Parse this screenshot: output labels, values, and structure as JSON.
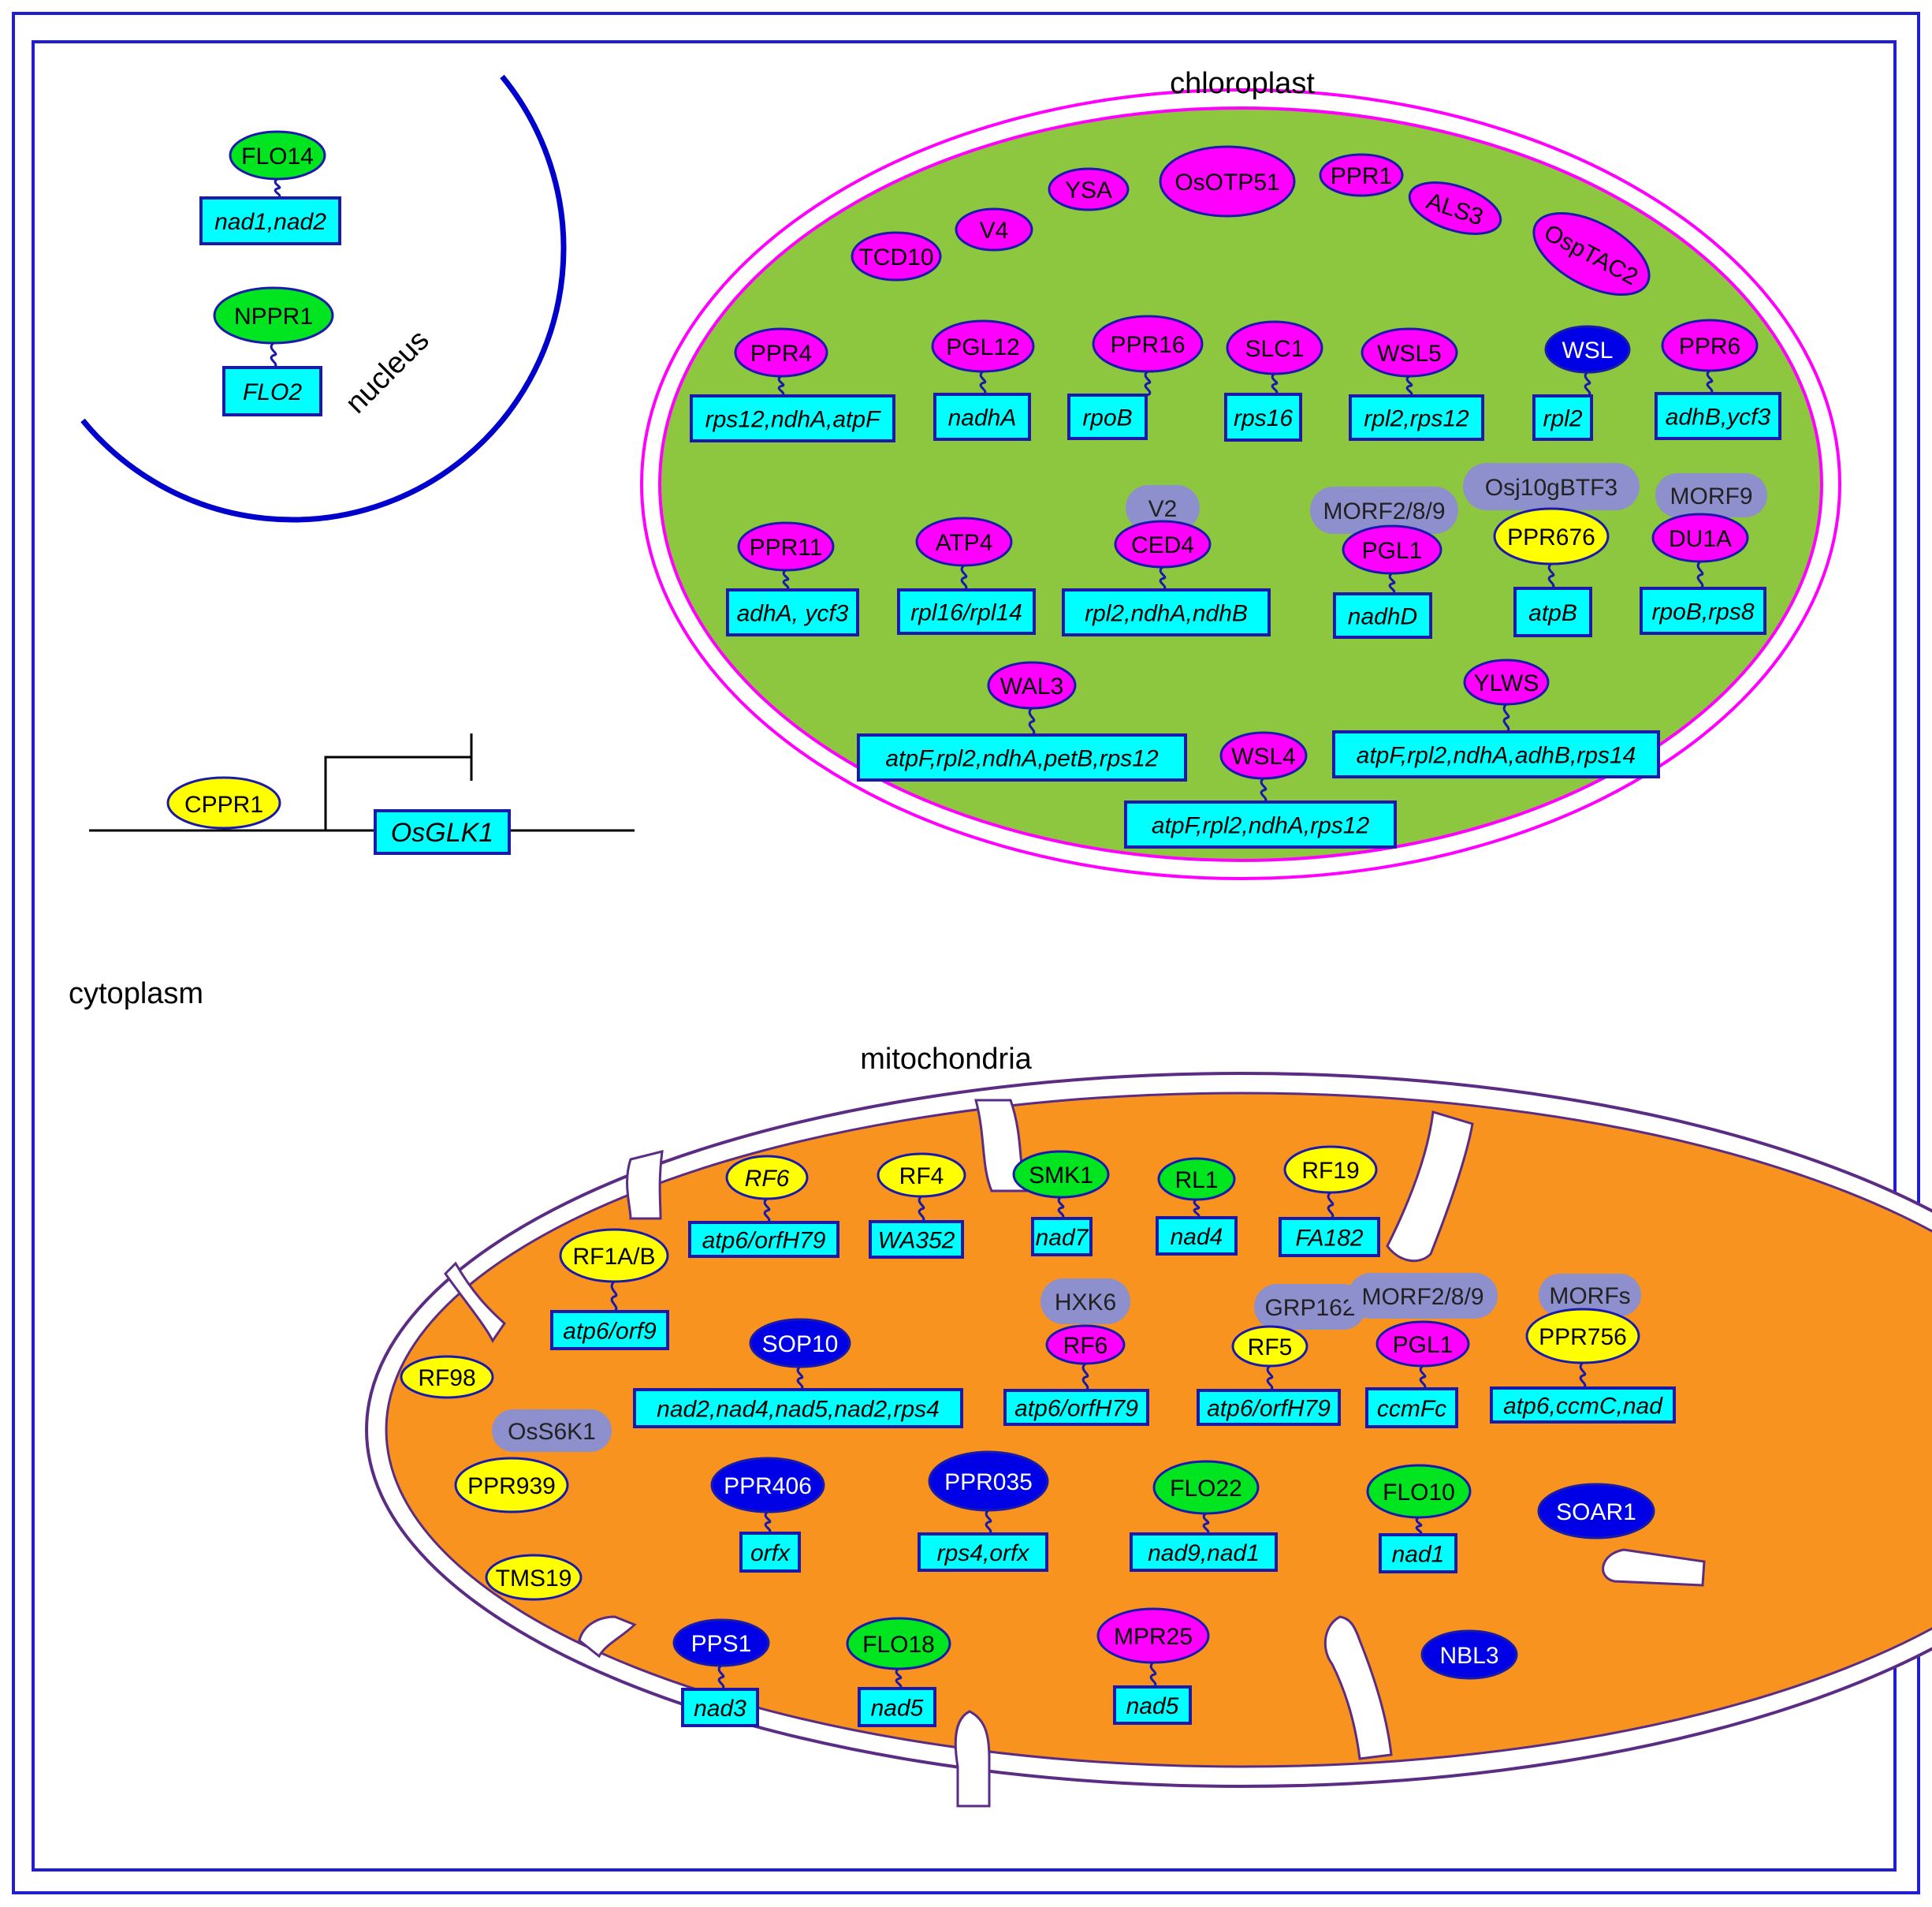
{
  "colors": {
    "frame": "#1f1fd0",
    "chloroplast_fill": "#8dc63f",
    "chloroplast_membrane": "#ff00ff",
    "mito_fill": "#f7931e",
    "mito_membrane": "#5b2c83",
    "nucleus_membrane": "#0000cc",
    "green": "#00e51f",
    "magenta": "#ff00ff",
    "blue": "#0000e6",
    "yellow": "#ffff00",
    "gray": "#8e8fcd",
    "cyan": "#00ffff",
    "outline": "#1a1aaa"
  },
  "labels": {
    "chloroplast": "chloroplast",
    "nucleus": "nucleus",
    "cytoplasm": "cytoplasm",
    "mitochondria": "mitochondria"
  },
  "nucleus_proteins": [
    {
      "name": "FLO14",
      "color": "green",
      "targets": "nad1,nad2"
    },
    {
      "name": "NPPR1",
      "color": "green",
      "targets": "FLO2"
    }
  ],
  "cytoplasm_gene": {
    "protein": "CPPR1",
    "color": "yellow",
    "gene": "OsGLK1"
  },
  "chloroplast_free": [
    {
      "name": "YSA",
      "color": "magenta"
    },
    {
      "name": "OsOTP51",
      "color": "magenta"
    },
    {
      "name": "PPR1",
      "color": "magenta"
    },
    {
      "name": "ALS3",
      "color": "magenta"
    },
    {
      "name": "OspTAC2",
      "color": "magenta"
    },
    {
      "name": "V4",
      "color": "magenta"
    },
    {
      "name": "TCD10",
      "color": "magenta"
    }
  ],
  "chloroplast_items": [
    {
      "name": "PPR4",
      "color": "magenta",
      "targets": "rps12,ndhA,atpF"
    },
    {
      "name": "PGL12",
      "color": "magenta",
      "targets": "nadhA"
    },
    {
      "name": "PPR16",
      "color": "magenta",
      "targets": "rpoB"
    },
    {
      "name": "SLC1",
      "color": "magenta",
      "targets": "rps16"
    },
    {
      "name": "WSL5",
      "color": "magenta",
      "targets": "rpl2,rps12"
    },
    {
      "name": "WSL",
      "color": "blue",
      "targets": "rpl2"
    },
    {
      "name": "PPR6",
      "color": "magenta",
      "targets": "adhB,ycf3"
    },
    {
      "name": "PPR11",
      "color": "magenta",
      "targets": "adhA, ycf3"
    },
    {
      "name": "ATP4",
      "color": "magenta",
      "targets": "rpl16/rpl14"
    },
    {
      "name": "CED4",
      "color": "magenta",
      "partner": "V2",
      "targets": "rpl2,ndhA,ndhB"
    },
    {
      "name": "PGL1",
      "color": "magenta",
      "partner": "MORF2/8/9",
      "targets": "nadhD"
    },
    {
      "name": "PPR676",
      "color": "yellow",
      "partner": "Osj10gBTF3",
      "targets": "atpB"
    },
    {
      "name": "DU1A",
      "color": "magenta",
      "partner": "MORF9",
      "targets": "rpoB,rps8"
    },
    {
      "name": "WAL3",
      "color": "magenta",
      "targets": "atpF,rpl2,ndhA,petB,rps12"
    },
    {
      "name": "YLWS",
      "color": "magenta",
      "targets": "atpF,rpl2,ndhA,adhB,rps14"
    },
    {
      "name": "WSL4",
      "color": "magenta",
      "targets": "atpF,rpl2,ndhA,rps12"
    }
  ],
  "mito_items": [
    {
      "name": "RF6",
      "color": "yellow",
      "targets": "atp6/orfH79",
      "italic": true
    },
    {
      "name": "RF4",
      "color": "yellow",
      "targets": "WA352"
    },
    {
      "name": "SMK1",
      "color": "green",
      "targets": "nad7"
    },
    {
      "name": "RL1",
      "color": "green",
      "targets": "nad4"
    },
    {
      "name": "RF19",
      "color": "yellow",
      "targets": "FA182"
    },
    {
      "name": "RF1A/B",
      "color": "yellow",
      "targets": "atp6/orf9"
    },
    {
      "name": "SOP10",
      "color": "blue",
      "targets": "nad2,nad4,nad5,nad2,rps4"
    },
    {
      "name": "RF6",
      "color": "magenta",
      "partner": "HXK6",
      "targets": "atp6/orfH79"
    },
    {
      "name": "RF5",
      "color": "yellow",
      "partner": "GRP162",
      "targets": "atp6/orfH79"
    },
    {
      "name": "PGL1",
      "color": "magenta",
      "partner": "MORF2/8/9",
      "targets": "ccmFc"
    },
    {
      "name": "PPR756",
      "color": "yellow",
      "partner": "MORFs",
      "targets": "atp6,ccmC,nad"
    },
    {
      "name": "PPR406",
      "color": "blue",
      "targets": "orfx"
    },
    {
      "name": "PPR035",
      "color": "blue",
      "targets": "rps4,orfx"
    },
    {
      "name": "FLO22",
      "color": "green",
      "targets": "nad9,nad1"
    },
    {
      "name": "FLO10",
      "color": "green",
      "targets": "nad1"
    },
    {
      "name": "PPS1",
      "color": "blue",
      "targets": "nad3"
    },
    {
      "name": "FLO18",
      "color": "green",
      "targets": "nad5"
    },
    {
      "name": "MPR25",
      "color": "magenta",
      "targets": "nad5"
    }
  ],
  "mito_free": [
    {
      "name": "RF98",
      "color": "yellow"
    },
    {
      "name": "PPR939",
      "color": "yellow",
      "partner": "OsS6K1"
    },
    {
      "name": "TMS19",
      "color": "yellow"
    },
    {
      "name": "SOAR1",
      "color": "blue"
    },
    {
      "name": "NBL3",
      "color": "blue"
    }
  ]
}
